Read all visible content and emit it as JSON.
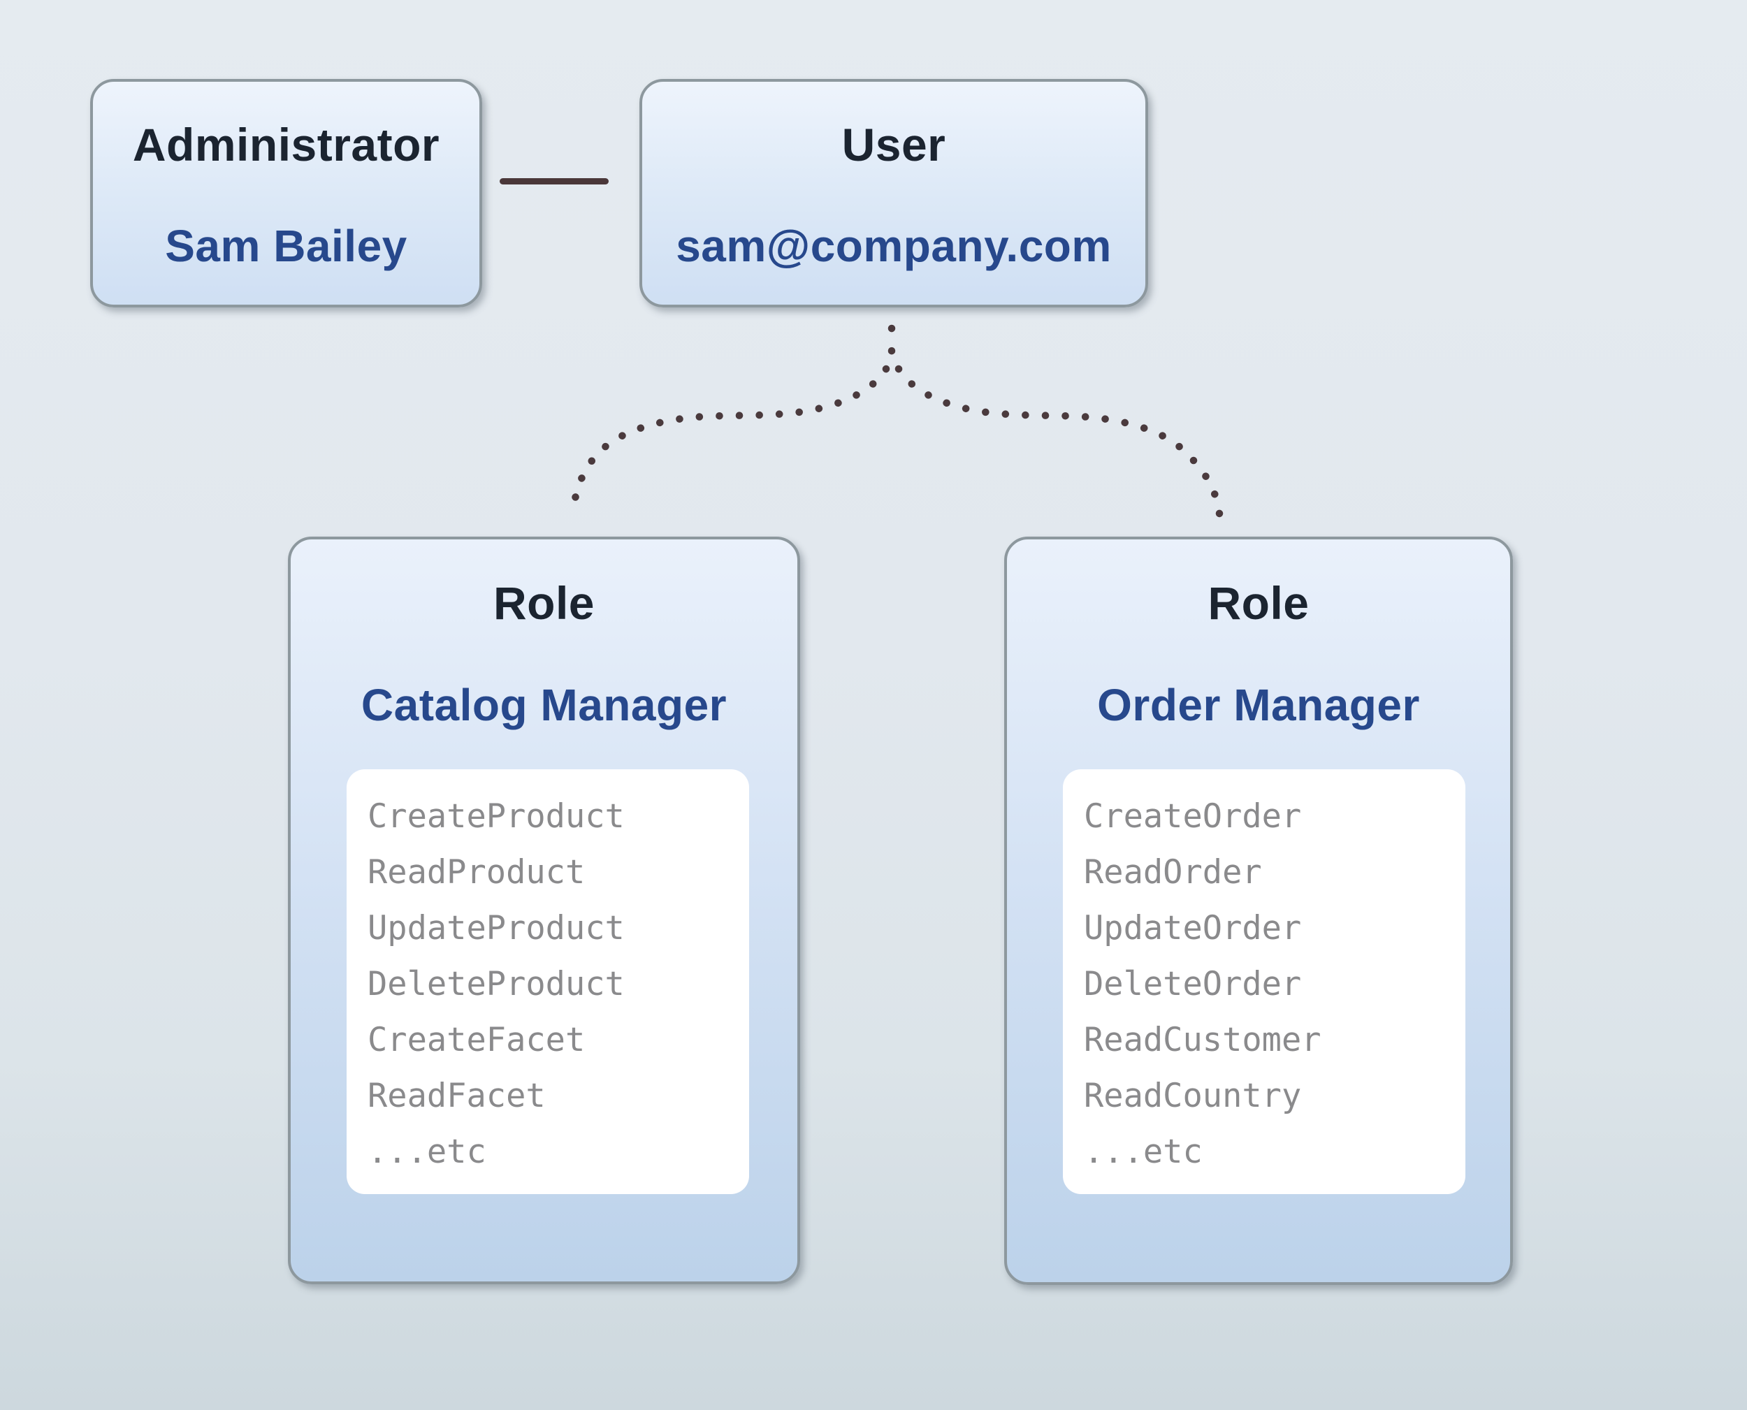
{
  "diagram": {
    "colors": {
      "background": "#e2e8ee",
      "box_border": "#8d989e",
      "box_gradient_top": "#eef4fc",
      "box_gradient_bottom": "#bcd2ea",
      "heading_text": "#1b2430",
      "accent_navy": "#27488c",
      "permission_text": "#8a8a8c",
      "connector": "#4a3a3d"
    },
    "administrator": {
      "title": "Administrator",
      "subtitle": "Sam Bailey"
    },
    "user": {
      "title": "User",
      "subtitle": "sam@company.com"
    },
    "role_catalog": {
      "title": "Role",
      "subtitle": "Catalog Manager",
      "permissions": [
        "CreateProduct",
        "ReadProduct",
        "UpdateProduct",
        "DeleteProduct",
        "CreateFacet",
        "ReadFacet",
        "...etc"
      ]
    },
    "role_order": {
      "title": "Role",
      "subtitle": "Order Manager",
      "permissions": [
        "CreateOrder",
        "ReadOrder",
        "UpdateOrder",
        "DeleteOrder",
        "ReadCustomer",
        "ReadCountry",
        "...etc"
      ]
    }
  }
}
